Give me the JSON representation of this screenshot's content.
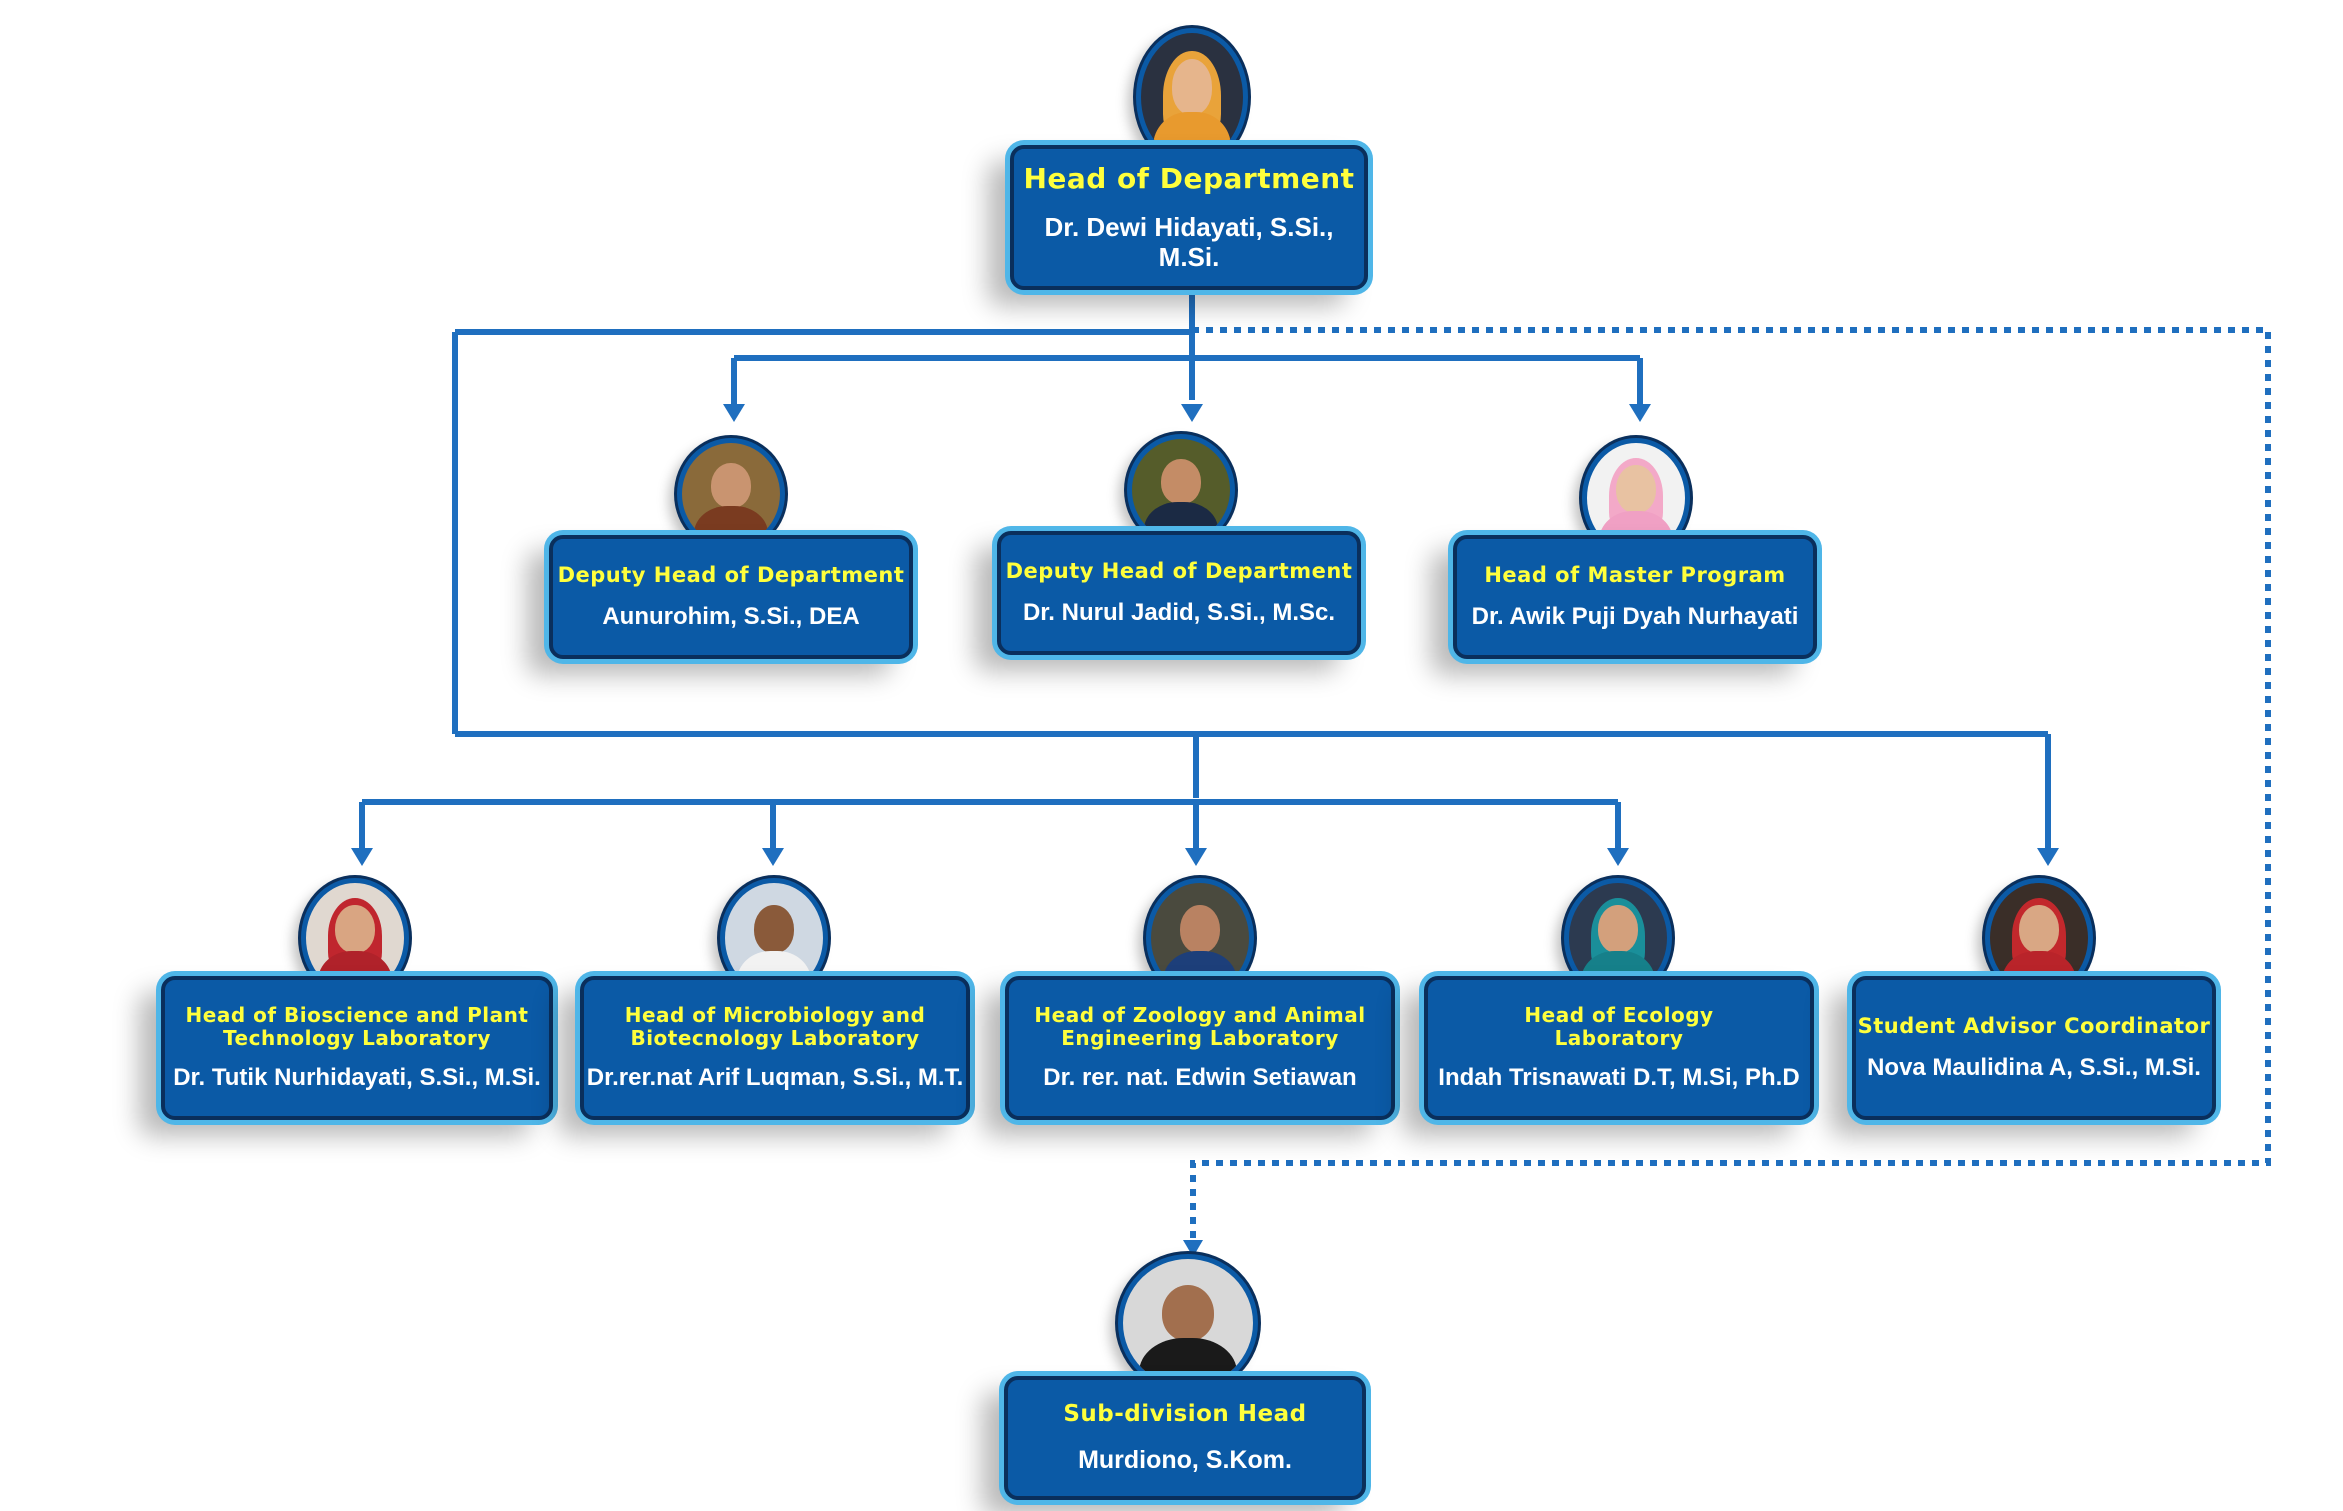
{
  "colors": {
    "card_fill": "#0b5aa6",
    "card_glow": "#4fb6e8",
    "role_text": "#ffff3c",
    "name_text": "#ffffff",
    "connector": "#1f6fbf"
  },
  "head": {
    "role": "Head of Department",
    "name": "Dr. Dewi Hidayati, S.Si., M.Si."
  },
  "deputies": [
    {
      "role": "Deputy Head of Department",
      "name": "Aunurohim, S.Si., DEA"
    },
    {
      "role": "Deputy Head of Department",
      "name": "Dr. Nurul Jadid, S.Si., M.Sc."
    },
    {
      "role": "Head of Master Program",
      "name": "Dr. Awik Puji Dyah Nurhayati"
    }
  ],
  "labs": [
    {
      "role_line1": "Head of Bioscience and Plant",
      "role_line2": "Technology Laboratory",
      "name": "Dr. Tutik Nurhidayati, S.Si., M.Si."
    },
    {
      "role_line1": "Head of Microbiology and",
      "role_line2": "Biotecnology Laboratory",
      "name": "Dr.rer.nat Arif Luqman, S.Si., M.T."
    },
    {
      "role_line1": "Head of Zoology and Animal",
      "role_line2": "Engineering Laboratory",
      "name": "Dr. rer. nat. Edwin Setiawan"
    },
    {
      "role_line1": "Head of Ecology",
      "role_line2": "Laboratory",
      "name": "Indah Trisnawati D.T, M.Si, Ph.D"
    }
  ],
  "advisor": {
    "role": "Student Advisor Coordinator",
    "name": "Nova Maulidina A, S.Si., M.Si."
  },
  "subdivision": {
    "role": "Sub-division Head",
    "name": "Murdiono, S.Kom."
  }
}
